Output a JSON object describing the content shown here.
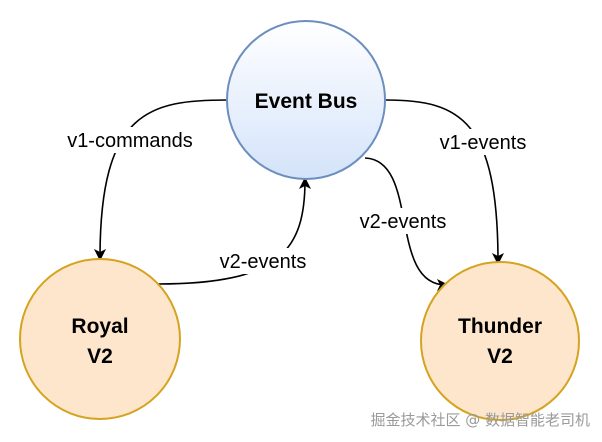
{
  "nodes": {
    "event_bus": {
      "label": "Event Bus",
      "fill_top": "#ffffff",
      "fill_bottom": "#d4e3fa",
      "stroke": "#6c8ebf"
    },
    "royal": {
      "line1": "Royal",
      "line2": "V2",
      "fill": "#fde6cc",
      "stroke": "#d6a320"
    },
    "thunder": {
      "line1": "Thunder",
      "line2": "V2",
      "fill": "#fde6cc",
      "stroke": "#d6a320"
    }
  },
  "edges": {
    "v1_commands": {
      "label": "v1-commands"
    },
    "v1_events": {
      "label": "v1-events"
    },
    "v2_events_royal": {
      "label": "v2-events"
    },
    "v2_events_thunder": {
      "label": "v2-events"
    }
  },
  "watermark": {
    "text": "掘金技术社区 @ 数据智能老司机"
  }
}
